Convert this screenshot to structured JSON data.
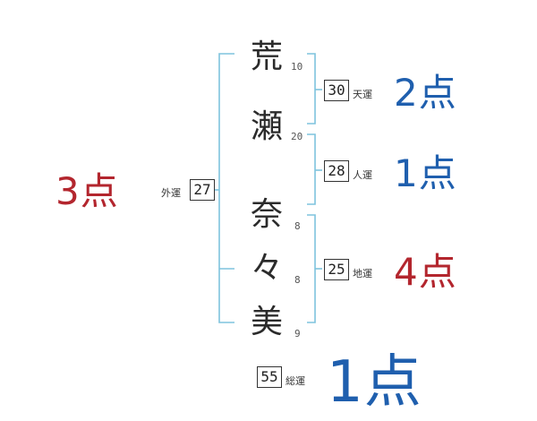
{
  "name_chars": [
    {
      "char": "荒",
      "strokes": "10"
    },
    {
      "char": "瀬",
      "strokes": "20"
    },
    {
      "char": "奈",
      "strokes": "8"
    },
    {
      "char": "々",
      "strokes": "8"
    },
    {
      "char": "美",
      "strokes": "9"
    }
  ],
  "fortunes": {
    "tenun": {
      "value": "30",
      "label": "天運",
      "score": "2点"
    },
    "jinun": {
      "value": "28",
      "label": "人運",
      "score": "1点"
    },
    "chiun": {
      "value": "25",
      "label": "地運",
      "score": "4点"
    },
    "gaiun": {
      "value": "27",
      "label": "外運",
      "score": "3点"
    },
    "souun": {
      "value": "55",
      "label": "総運",
      "score": "1点"
    }
  },
  "colors": {
    "bracket": "#7ec3dd",
    "score_blue": "#1f5fae",
    "score_red": "#b3262e"
  }
}
